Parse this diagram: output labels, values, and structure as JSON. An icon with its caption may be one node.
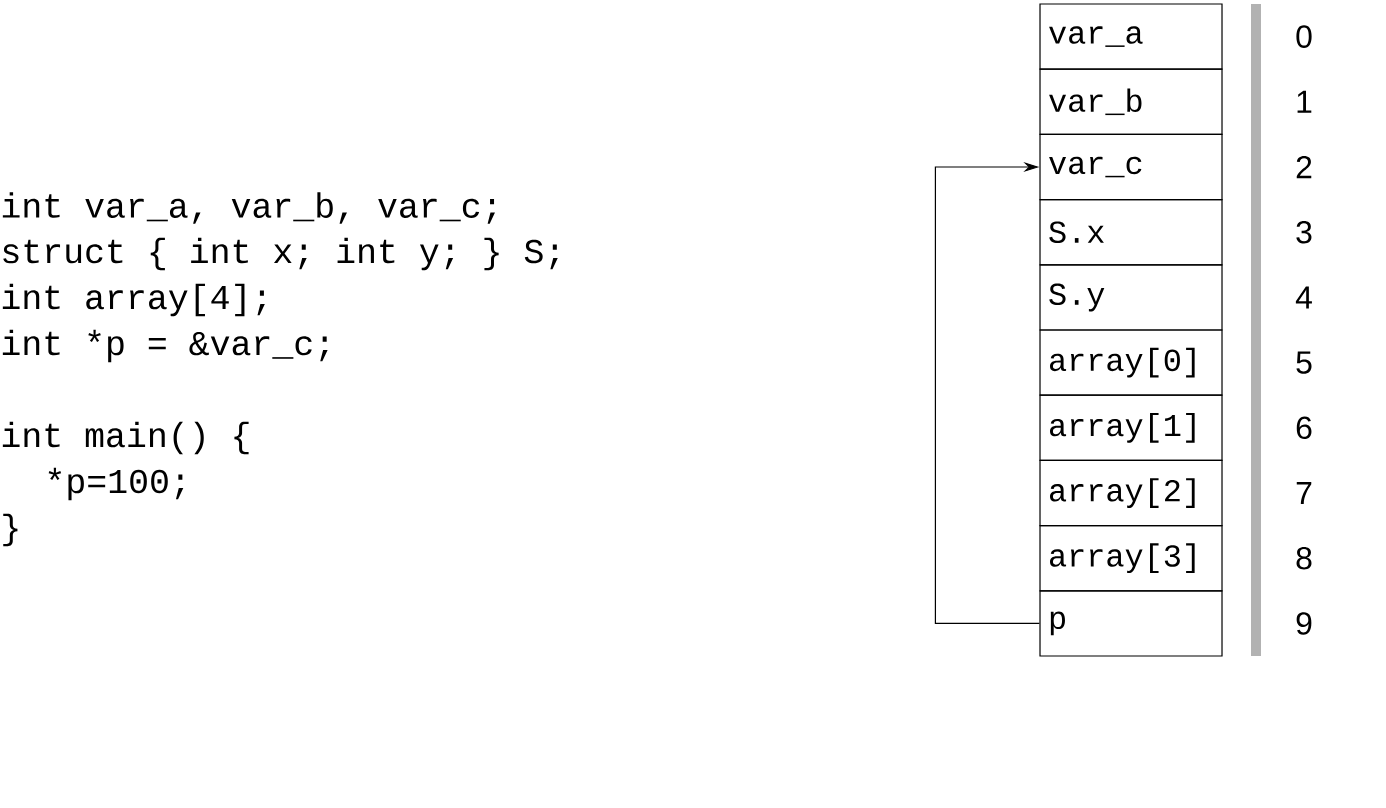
{
  "diagram": {
    "nodes": [
      {
        "text": [
          "var_a"
        ],
        "beside": [
          "0"
        ]
      },
      {
        "text": [
          "var_b"
        ],
        "beside": [
          "1"
        ]
      },
      {
        "text": [
          "var_c"
        ],
        "beside": [
          "2"
        ]
      },
      {
        "text": [
          "S.x"
        ],
        "beside": [
          "3"
        ]
      },
      {
        "text": [
          "S.y"
        ],
        "beside": [
          "4"
        ]
      },
      {
        "text": [
          "array[0]"
        ],
        "beside": [
          "5"
        ]
      },
      {
        "text": [
          "array[1]"
        ],
        "beside": [
          "6"
        ]
      },
      {
        "text": [
          "array[2]"
        ],
        "beside": [
          "7"
        ]
      },
      {
        "text": [
          "array[3]"
        ],
        "beside": [
          "8"
        ]
      },
      {
        "text": [
          "p"
        ],
        "beside": [
          "9"
        ]
      }
    ],
    "edges": [
      {
        "from": 9,
        "to": 2,
        "arrow": "to"
      }
    ],
    "labels": [
      "int var_a, var_b, var_c;",
      "struct { int x; int y; } S;",
      "int array[4];",
      "int *p = &var_c;",
      "int main() {",
      "*p=100;",
      "}"
    ]
  }
}
